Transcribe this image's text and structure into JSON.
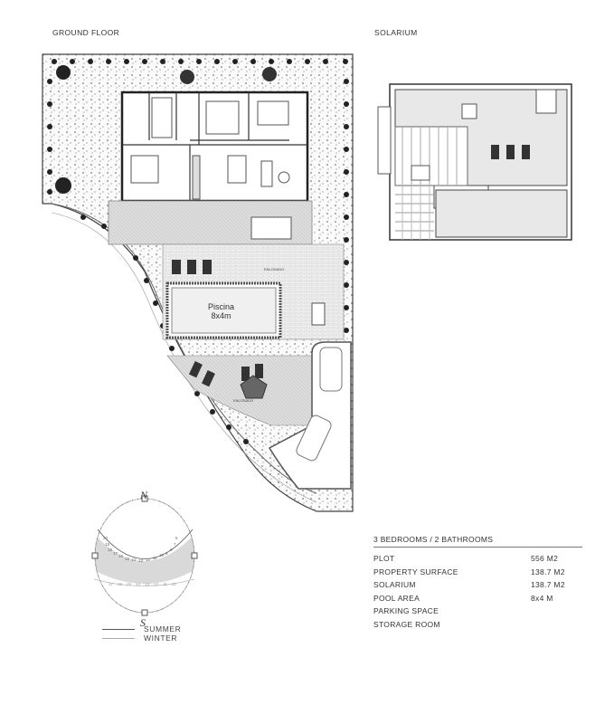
{
  "titles": {
    "ground_floor": "GROUND FLOOR",
    "solarium": "SOLARIUM"
  },
  "plan_labels": {
    "pool_name": "Piscina",
    "pool_size": "8x4m",
    "paving": "ENLOSADO",
    "paving2": "ENLOSADO"
  },
  "compass": {
    "north": "N",
    "south": "S",
    "summer_hours": [
      "20",
      "19",
      "18",
      "17",
      "16",
      "15",
      "14",
      "13",
      "12",
      "11",
      "10",
      "9",
      "8",
      "7",
      "6"
    ],
    "winter_hours": [
      "17",
      "16",
      "15",
      "14",
      "13",
      "12",
      "11",
      "10"
    ]
  },
  "legend": {
    "summer": "SUMMER",
    "winter": "WINTER"
  },
  "specs": {
    "heading": "3 BEDROOMS / 2 BATHROOMS",
    "rows": [
      {
        "label": "PLOT",
        "value": "556 M2"
      },
      {
        "label": "PROPERTY SURFACE",
        "value": "138.7 M2"
      },
      {
        "label": "SOLARIUM",
        "value": "138.7 M2"
      },
      {
        "label": "POOL AREA",
        "value": "8x4 M"
      },
      {
        "label": "PARKING SPACE",
        "value": ""
      },
      {
        "label": "STORAGE ROOM",
        "value": ""
      }
    ]
  },
  "colors": {
    "line": "#333333",
    "fill": "#e6e6e6",
    "gravel": "#f4f4f4"
  }
}
